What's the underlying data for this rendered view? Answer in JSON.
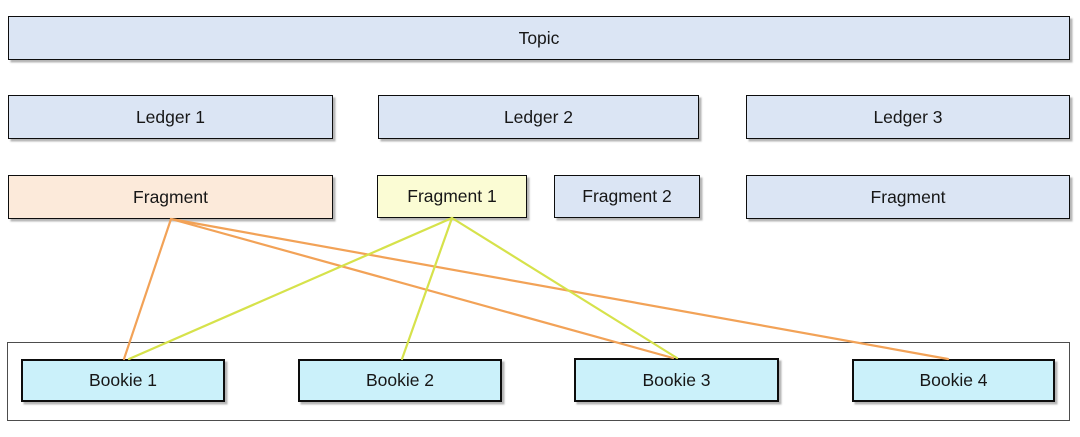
{
  "diagram": {
    "title_node": {
      "label": "Topic"
    },
    "ledgers": [
      {
        "label": "Ledger 1"
      },
      {
        "label": "Ledger 2"
      },
      {
        "label": "Ledger 3"
      }
    ],
    "fragments": [
      {
        "label": "Fragment",
        "variant": "peach"
      },
      {
        "label": "Fragment 1",
        "variant": "yellow"
      },
      {
        "label": "Fragment 2",
        "variant": "blue"
      },
      {
        "label": "Fragment",
        "variant": "blue"
      }
    ],
    "bookies": [
      {
        "label": "Bookie 1"
      },
      {
        "label": "Bookie 2"
      },
      {
        "label": "Bookie 3"
      },
      {
        "label": "Bookie 4"
      }
    ],
    "edges": [
      {
        "from": "fragment-ledger1",
        "to": "bookie-1",
        "color": "orange"
      },
      {
        "from": "fragment-ledger1",
        "to": "bookie-3",
        "color": "orange"
      },
      {
        "from": "fragment-ledger1",
        "to": "bookie-4",
        "color": "orange"
      },
      {
        "from": "fragment-1",
        "to": "bookie-1",
        "color": "green"
      },
      {
        "from": "fragment-1",
        "to": "bookie-2",
        "color": "green"
      },
      {
        "from": "fragment-1",
        "to": "bookie-3",
        "color": "green"
      }
    ]
  },
  "colors": {
    "blue_fill": "#dbe5f4",
    "peach_fill": "#fceada",
    "yellow_fill": "#fbfcd4",
    "cyan_fill": "#cbf1fa",
    "orange_edge": "#f2a257",
    "green_edge": "#d6e24b"
  }
}
